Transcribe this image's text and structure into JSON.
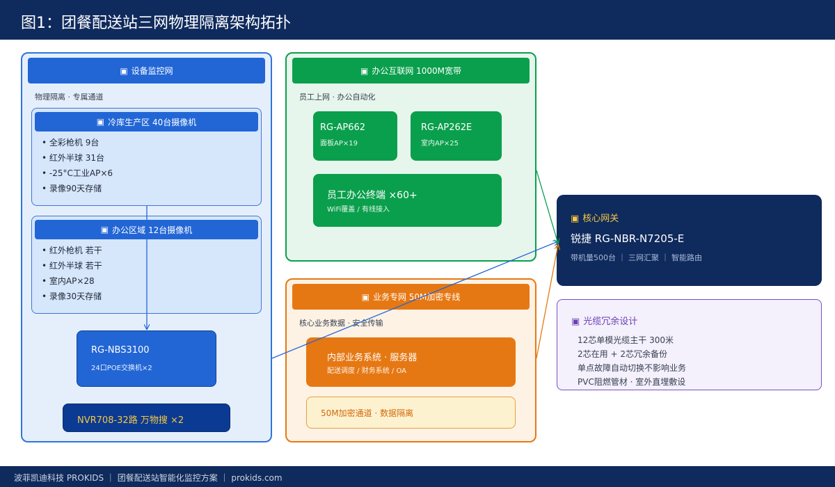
{
  "title": "图1：团餐配送站三网物理隔离架构拓扑",
  "footer": "波菲凯迪科技 PROKIDS ｜ 团餐配送站智能化监控方案 ｜ prokids.com",
  "colors": {
    "navy": "#0f2a5c",
    "blue": "#2266d6",
    "green": "#0a9f4c",
    "orange": "#e67813",
    "purple": "#7a4fc0",
    "gold": "#f5c842"
  },
  "monitor": {
    "header": "设备监控网",
    "icon": "camera-icon",
    "subtitle": "物理隔离 · 专属通道",
    "cold": {
      "header": "冷库生产区  40台摄像机",
      "items": [
        "• 全彩枪机 9台",
        "• 红外半球 31台",
        "• -25°C工业AP×6",
        "• 录像90天存储"
      ]
    },
    "office": {
      "header": "办公区域  12台摄像机",
      "items": [
        "• 红外枪机 若干",
        "• 红外半球 若干",
        "• 室内AP×28",
        "• 录像30天存储"
      ]
    },
    "switch": {
      "title": "RG-NBS3100",
      "sub": "24口POE交换机×2"
    },
    "nvr": {
      "title": "NVR708-32路 万物搜 ×2"
    }
  },
  "office_net": {
    "header": "办公互联网  1000M宽带",
    "subtitle": "员工上网 · 办公自动化",
    "ap1": {
      "title": "RG-AP662",
      "sub": "面板AP×19"
    },
    "ap2": {
      "title": "RG-AP262E",
      "sub": "室内AP×25"
    },
    "terminals": {
      "title": "员工办公终端 ×60+",
      "sub": "WiFi覆盖 / 有线接入"
    }
  },
  "business": {
    "header": "业务专网  50M加密专线",
    "subtitle": "核心业务数据 · 安全传输",
    "server": {
      "title": "内部业务系统 · 服务器",
      "sub": "配送调度 / 财务系统 / OA"
    },
    "channel": {
      "title": "50M加密通道 · 数据隔离"
    }
  },
  "gateway": {
    "header": "核心网关",
    "model": "锐捷 RG-NBR-N7205-E",
    "features": "带机量500台  ｜  三网汇聚  ｜  智能路由"
  },
  "fiber": {
    "header": "光缆冗余设计",
    "items": [
      "12芯单模光缆主干   300米",
      "2芯在用 + 2芯冗余备份",
      "单点故障自动切换不影响业务",
      "PVC阻燃管材 · 室外直埋敷设"
    ]
  }
}
